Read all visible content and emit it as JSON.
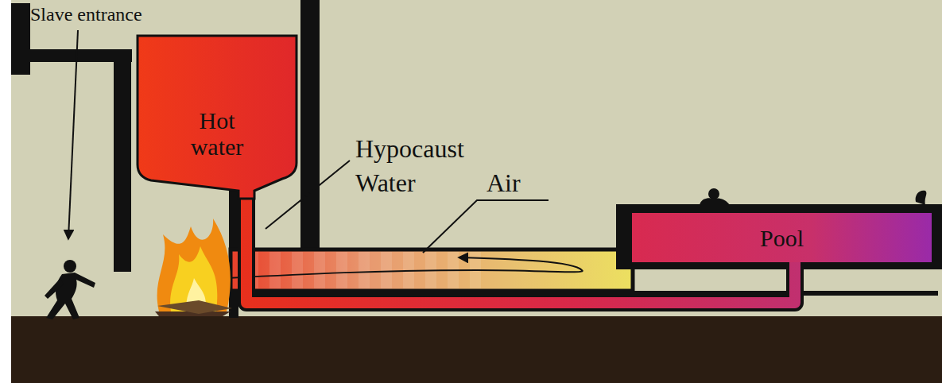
{
  "diagram": {
    "nodes": [
      {
        "text": [
          "Hot water"
        ]
      },
      {
        "text": [
          "Pool"
        ]
      }
    ],
    "edges": [
      {
        "from": 0,
        "to": 1,
        "arrow": "none"
      }
    ],
    "labels": [
      "Slave entrance",
      "Hypocaust",
      "Water",
      "Air"
    ]
  }
}
